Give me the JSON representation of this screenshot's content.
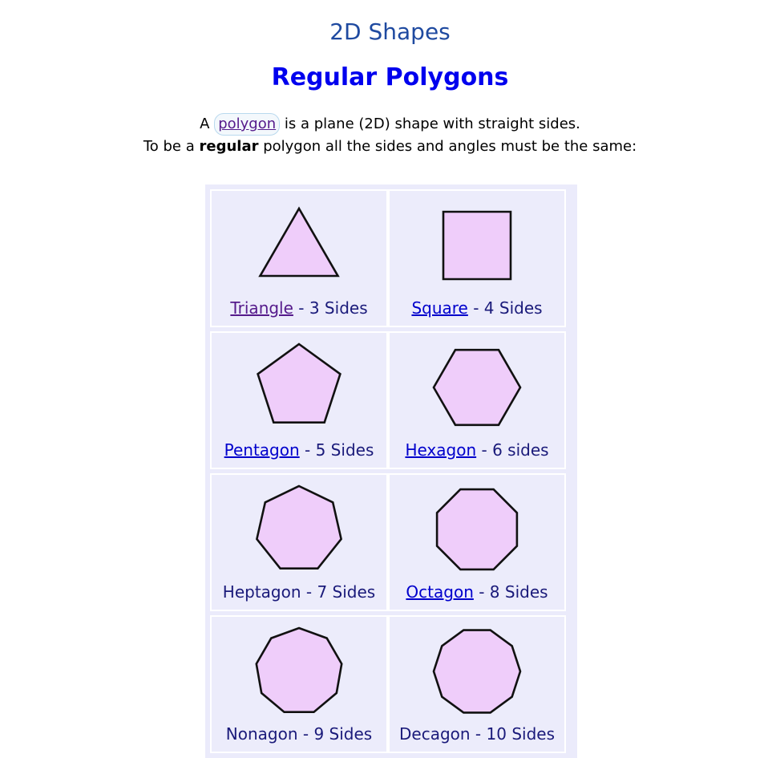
{
  "header": {
    "top_title": "2D Shapes",
    "main_title": "Regular Polygons"
  },
  "intro": {
    "line1_prefix": "A",
    "polygon_link": "polygon",
    "line1_suffix": "is a plane (2D) shape with straight sides.",
    "line2_prefix": "To be a",
    "line2_bold": "regular",
    "line2_suffix": "polygon all the sides and angles must be the same:"
  },
  "shapes": [
    {
      "name": "Triangle",
      "linked": true,
      "visited": true,
      "suffix": " - 3 Sides",
      "sides": 3,
      "icon": "triangle-icon"
    },
    {
      "name": "Square",
      "linked": true,
      "visited": false,
      "suffix": " - 4 Sides",
      "sides": 4,
      "icon": "square-icon"
    },
    {
      "name": "Pentagon",
      "linked": true,
      "visited": false,
      "suffix": " - 5 Sides",
      "sides": 5,
      "icon": "pentagon-icon"
    },
    {
      "name": "Hexagon",
      "linked": true,
      "visited": false,
      "suffix": " - 6 sides",
      "sides": 6,
      "icon": "hexagon-icon"
    },
    {
      "name": "Heptagon",
      "linked": false,
      "visited": false,
      "suffix": " - 7 Sides",
      "sides": 7,
      "icon": "heptagon-icon"
    },
    {
      "name": "Octagon",
      "linked": true,
      "visited": false,
      "suffix": " - 8 Sides",
      "sides": 8,
      "icon": "octagon-icon"
    },
    {
      "name": "Nonagon",
      "linked": false,
      "visited": false,
      "suffix": " - 9 Sides",
      "sides": 9,
      "icon": "nonagon-icon"
    },
    {
      "name": "Decagon",
      "linked": false,
      "visited": false,
      "suffix": " - 10 Sides",
      "sides": 10,
      "icon": "decagon-icon"
    }
  ],
  "colors": {
    "shape_fill": "#efcdfa",
    "shape_stroke": "#111111",
    "cell_background": "#ececfb",
    "link": "#0000cc",
    "visited_link": "#551a8b",
    "label_text": "#1a1a7a",
    "title": "#0000ee"
  }
}
